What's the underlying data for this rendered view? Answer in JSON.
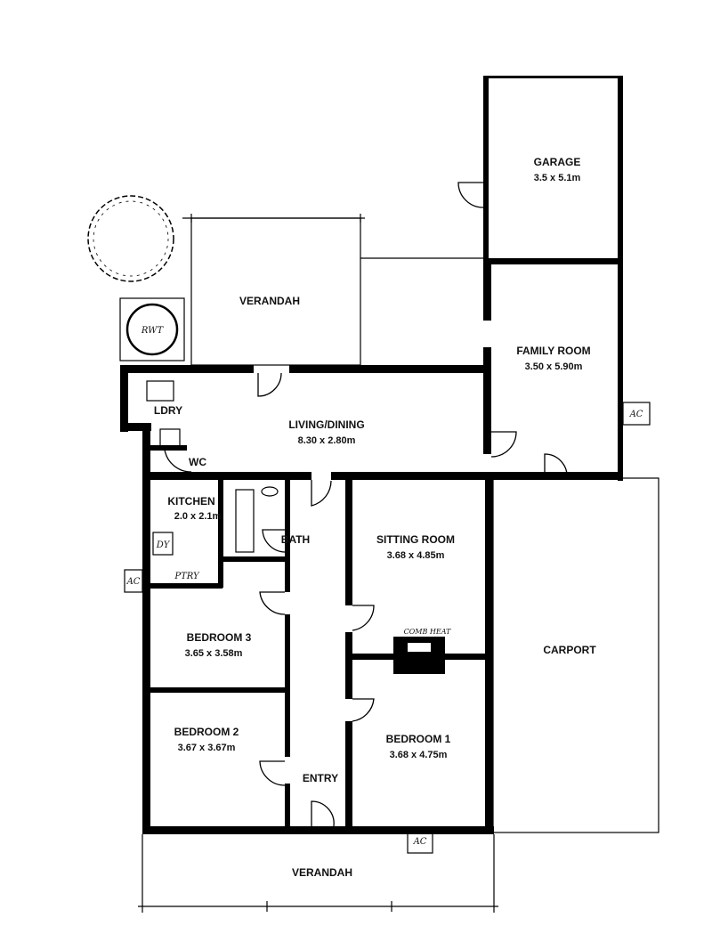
{
  "rooms": {
    "garage": {
      "name": "GARAGE",
      "size": "3.5 x 5.1m"
    },
    "family_room": {
      "name": "FAMILY ROOM",
      "size": "3.50 x 5.90m"
    },
    "verandah_rear": {
      "name": "VERANDAH"
    },
    "living_dining": {
      "name": "LIVING/DINING",
      "size": "8.30 x 2.80m"
    },
    "laundry": {
      "name": "LDRY"
    },
    "wc": {
      "name": "WC"
    },
    "kitchen": {
      "name": "KITCHEN",
      "size": "2.0 x 2.1m"
    },
    "bath": {
      "name": "BATH"
    },
    "sitting_room": {
      "name": "SITTING ROOM",
      "size": "3.68 x 4.85m"
    },
    "bedroom3": {
      "name": "BEDROOM 3",
      "size": "3.65 x 3.58m"
    },
    "bedroom2": {
      "name": "BEDROOM 2",
      "size": "3.67 x 3.67m"
    },
    "bedroom1": {
      "name": "BEDROOM 1",
      "size": "3.68 x 4.75m"
    },
    "entry": {
      "name": "ENTRY"
    },
    "carport": {
      "name": "CARPORT"
    },
    "verandah_front": {
      "name": "VERANDAH"
    }
  },
  "annotations": {
    "rainwater_tank": "RWT",
    "air_conditioner": "AC",
    "dryer": "DY",
    "pantry": "PTRY",
    "heater": "COMB HEAT"
  }
}
